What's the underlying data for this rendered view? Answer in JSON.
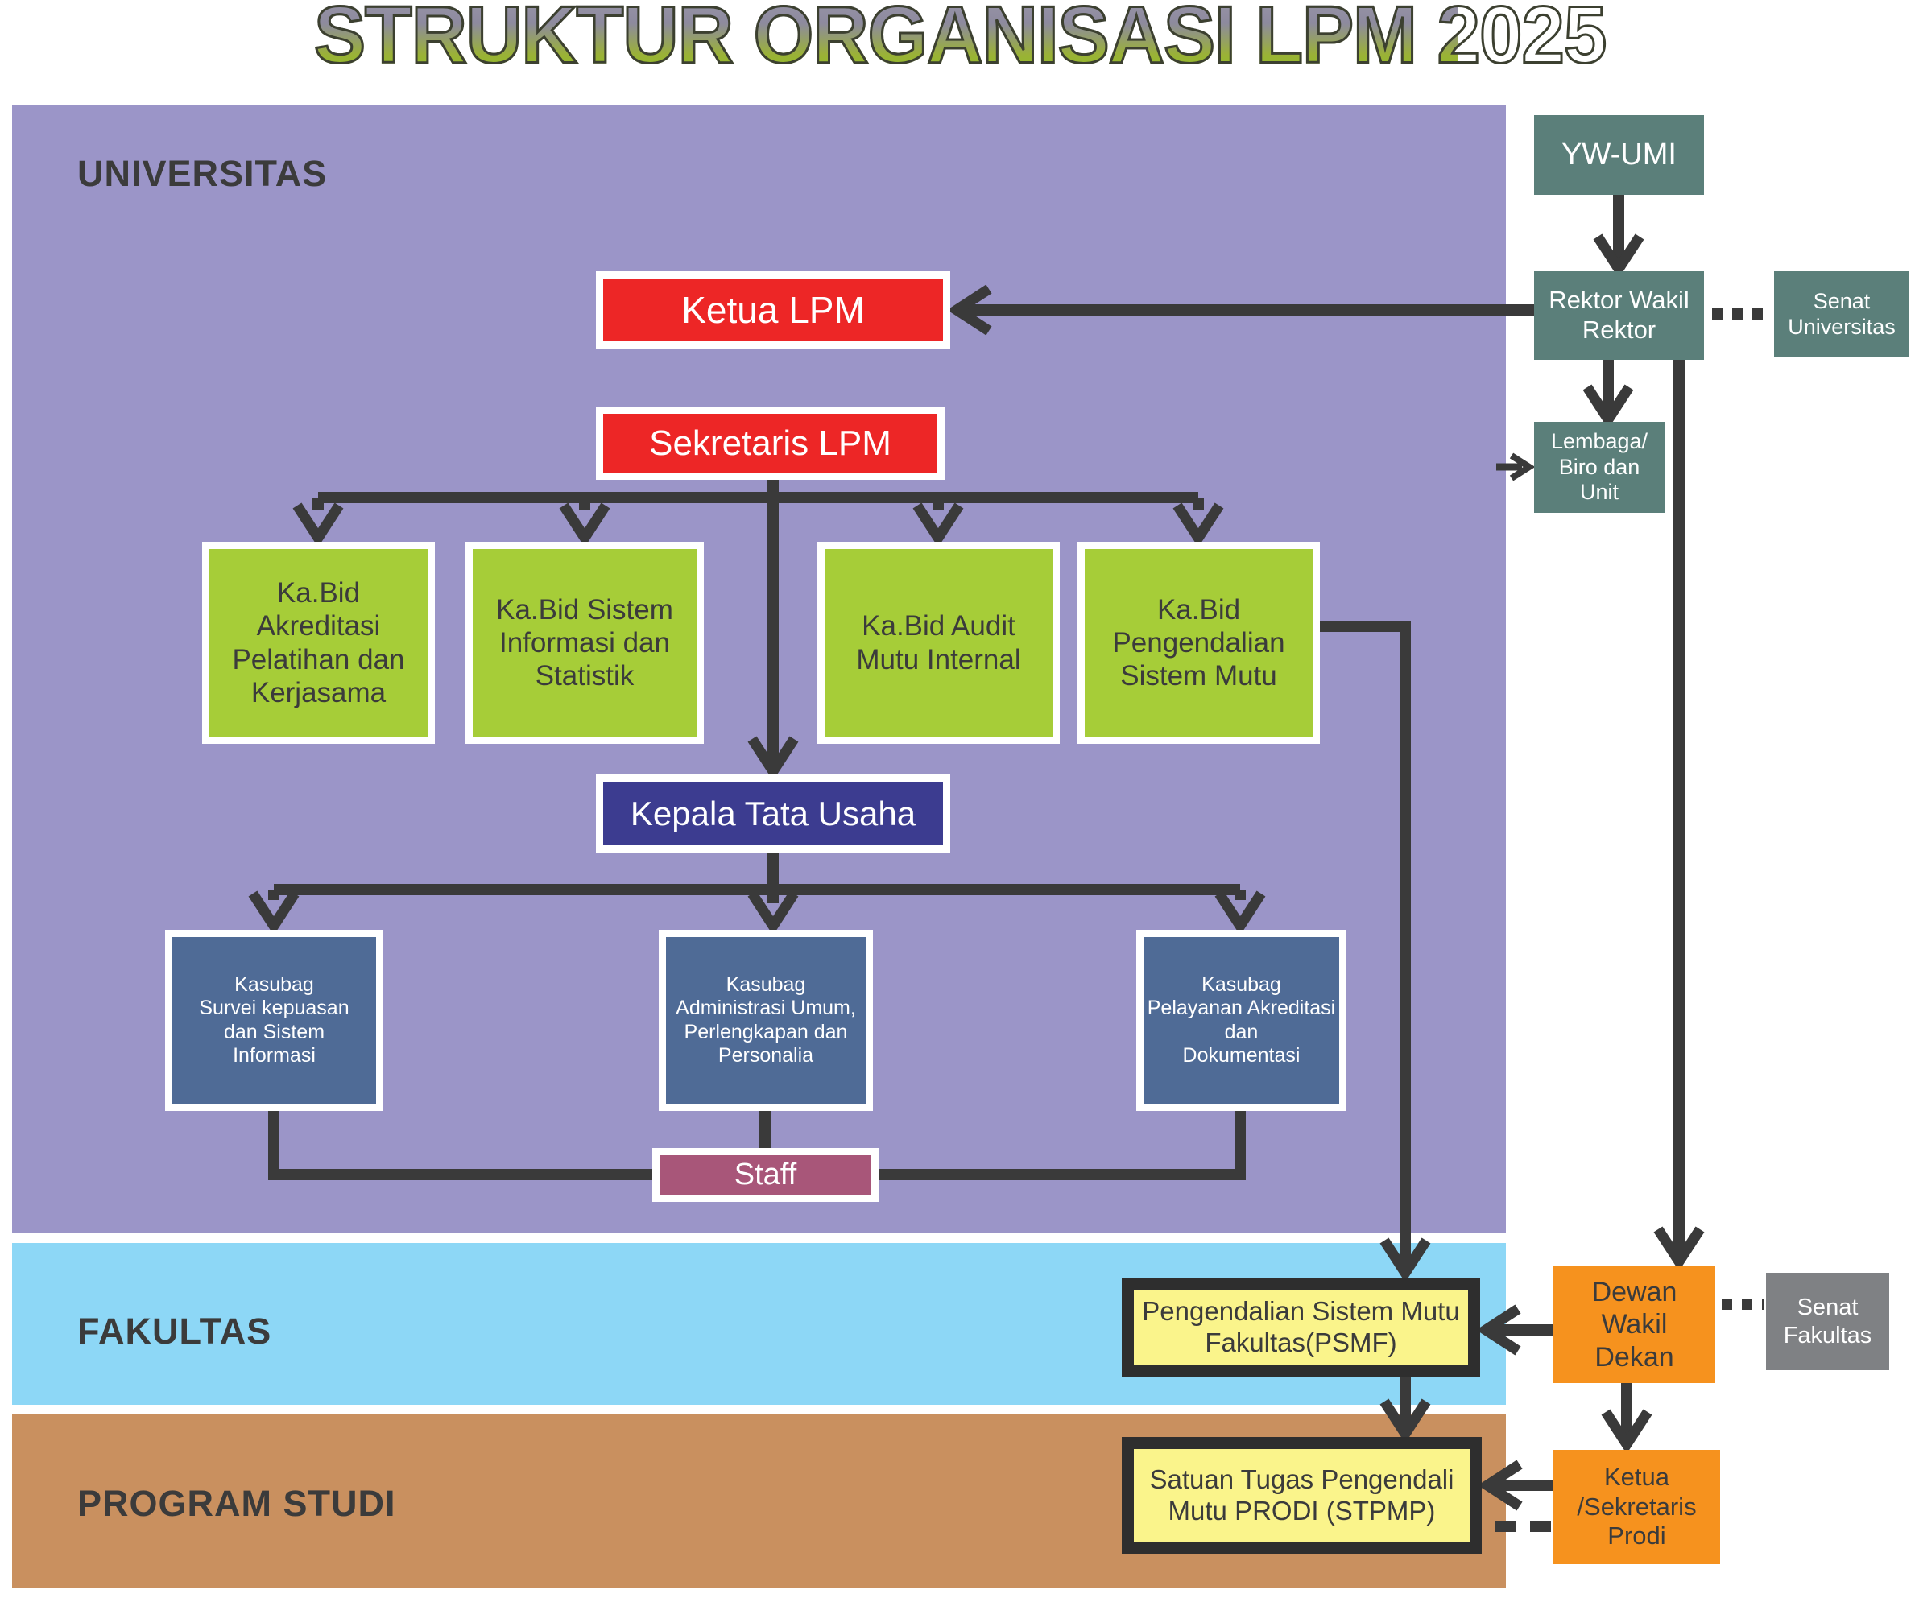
{
  "title": "STRUKTUR ORGANISASI LPM 2025",
  "regions": {
    "universitas": "UNIVERSITAS",
    "fakultas": "FAKULTAS",
    "program_studi": "PROGRAM STUDI"
  },
  "nodes": {
    "yw_umi": "YW-UMI",
    "rektor_wakil_rektor": "Rektor Wakil\nRektor",
    "senat_universitas": "Senat\nUniversitas",
    "lembaga_biro_unit": "Lembaga/\nBiro dan\nUnit",
    "ketua_lpm": "Ketua LPM",
    "sekretaris_lpm": "Sekretaris LPM",
    "kabid_akreditasi": "Ka.Bid\nAkreditasi\nPelatihan dan\nKerjasama",
    "kabid_sistem_informasi": "Ka.Bid Sistem\nInformasi dan\nStatistik",
    "kabid_audit_mutu": "Ka.Bid Audit\nMutu Internal",
    "kabid_pengendalian": "Ka.Bid\nPengendalian\nSistem Mutu",
    "kepala_tata_usaha": "Kepala Tata Usaha",
    "kasubag_survei": "Kasubag\nSurvei kepuasan\ndan Sistem\nInformasi",
    "kasubag_administrasi": "Kasubag\nAdministrasi Umum,\nPerlengkapan dan\nPersonalia",
    "kasubag_pelayanan": "Kasubag\nPelayanan Akreditasi\ndan\nDokumentasi",
    "staff": "Staff",
    "psmf": "Pengendalian Sistem Mutu\nFakultas(PSMF)",
    "dewan_wakil_dekan": "Dewan\nWakil\nDekan",
    "senat_fakultas": "Senat\nFakultas",
    "ketua_sekretaris_prodi": "Ketua\n/Sekretaris\nProdi",
    "stpmp": "Satuan Tugas Pengendali\nMutu PRODI (STPMP)"
  },
  "colors": {
    "band_universitas": "#9b95c8",
    "band_fakultas": "#8dd7f6",
    "band_program_studi": "#c9905f",
    "node_red": "#ed2626",
    "node_green": "#a6cd38",
    "node_indigo": "#3c3c90",
    "node_slate": "#4f6b96",
    "node_mauve": "#a85679",
    "node_teal": "#5b7f7a",
    "node_orange": "#f6921e",
    "node_gray": "#7f8184",
    "node_yellow": "#faf48b",
    "connector": "#3a3a3a",
    "title_gradient_top": "#8d8a9e",
    "title_gradient_bottom": "#8fc41e"
  }
}
